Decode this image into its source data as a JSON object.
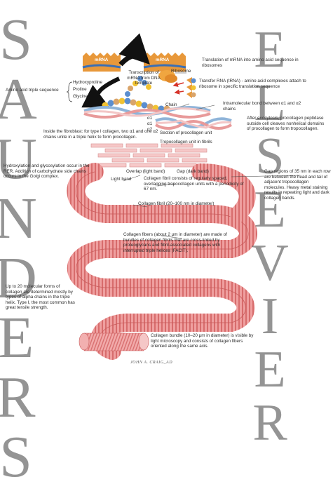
{
  "labels": {
    "mrna_left": "mRNA",
    "mrna_right": "mRNA",
    "translation": "Translation of mRNA into amino acid sequence in ribosomes",
    "ribosome": "Ribosome",
    "transcription": "Transcription of mRNA from DNA template",
    "trna": "Transfer RNA (tRNA) - amino acid complexes attach to ribosome in specific translation sequence",
    "amino_triple": "Amino acid triple sequence",
    "hydroxyproline": "Hydroxyproline",
    "proline": "Proline",
    "glycine": "Glycine",
    "chain": "Chain",
    "intramolecular": "Intramolecular bond between α1 and α2 chains",
    "alpha1_top": "α1",
    "alpha1_mid": "α1",
    "alpha2": "α2",
    "section": "Section of procollagen unit",
    "exocytosis": "After exocytosis, procollagen peptidase outside cell cleaves nonhelical domains of procollagen to form tropocollagen.",
    "fibroblast": "Inside the fibroblast: for type I collagen, two α1 and one α2 chains unite in a triple helix to form procollagen.",
    "tropocollagen": "Tropocollagen unit in fibrils",
    "hydroxylation": "Hydroxylation and glycosylation occur in the RER. Addition of carbohydrate side chains occurs in the Golgi complex.",
    "overlap": "Overlap (light band)",
    "gap_dark": "Gap (dark band)",
    "light_band": "Light band",
    "collagen_fibril_consists": "Collagen fibril consists of regularly spaced, overlapping tropocollagen units with a periodicity of 67 nm.",
    "gap_regions": "Gap regions of 35 nm in each row are between the head and tail of adjacent tropocollagen molecules. Heavy metal staining results in repeating light and dark collagen bands.",
    "fibril_diameter": "Collagen fibril (20–100 nm in diameter)",
    "fibers": "Collagen fibers (about 2 μm in diameter) are made of bundles of collagen fibrils that are cross-linked by proteoglycans and fibril-associated collagens with interrupted triple helices (FACIT).",
    "molecular_forms": "Up to 20 molecular forms of collagen are determined mostly by types of alpha chains in the triple helix. Type I, the most common has great tensile strength.",
    "bundle": "Collagen bundle (10–20 μm in diameter) is visible by light microscopy and consists of collagen fibers oriented along the same axis.",
    "signature": "JOHN A. CRAIG_AD"
  },
  "watermark": {
    "left": "SAUNDERS",
    "right": "ELSEVIER"
  },
  "colors": {
    "mrna_band": "#e8983a",
    "mrna_strand": "#3a6fb5",
    "ribosome": "#f0a640",
    "arrow": "#111111",
    "red_arrow": "#d6332a",
    "helix_blue": "#8fb4d9",
    "helix_pink": "#e89a9a",
    "fibril_pink": "#e88e8e",
    "fibril_dark": "#c85a5a",
    "bead_yellow": "#f1c232",
    "bead_blue": "#5b8ecf",
    "bead_tan": "#d9a46a"
  }
}
